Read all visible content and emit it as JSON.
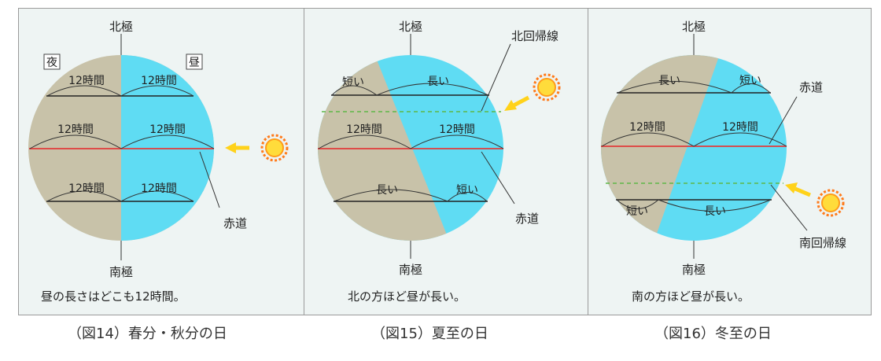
{
  "colors": {
    "day": "#5fdcf3",
    "night": "#c8c2a9",
    "equator": "#e23b3b",
    "tropic": "#5fb848",
    "sun": "#ff9c1a",
    "sun_core": "#ffdc3b",
    "arrow": "#ffd21a"
  },
  "panel1": {
    "north": "北極",
    "south": "南極",
    "night_tag": "夜",
    "day_tag": "昼",
    "h12": "12時間",
    "equator": "赤道",
    "caption": "昼の長さはどこも12時間。"
  },
  "panel2": {
    "north": "北極",
    "south": "南極",
    "tropic": "北回帰線",
    "short": "短い",
    "long": "長い",
    "h12": "12時間",
    "equator": "赤道",
    "caption": "北の方ほど昼が長い。"
  },
  "panel3": {
    "north": "北極",
    "south": "南極",
    "tropic": "南回帰線",
    "short": "短い",
    "long": "長い",
    "h12": "12時間",
    "equator": "赤道",
    "caption": "南の方ほど昼が長い。"
  },
  "figures": [
    {
      "caption": "（図14）春分・秋分の日"
    },
    {
      "caption": "（図15）夏至の日"
    },
    {
      "caption": "（図16）冬至の日"
    }
  ]
}
